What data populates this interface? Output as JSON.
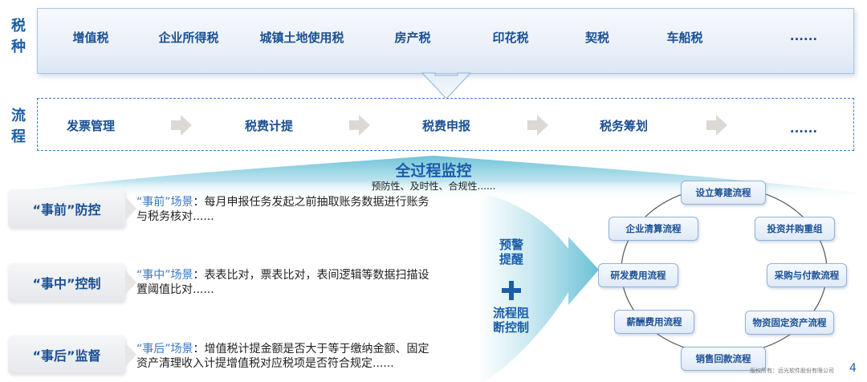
{
  "tax_types": {
    "side_label": [
      "税",
      "种"
    ],
    "items": [
      "增值税",
      "企业所得税",
      "城镇土地使用税",
      "房产税",
      "印花税",
      "契税",
      "车船税",
      "......"
    ]
  },
  "process": {
    "side_label": [
      "流",
      "程"
    ],
    "items": [
      "发票管理",
      "税费计提",
      "税费申报",
      "税务筹划",
      "......"
    ]
  },
  "monitoring": {
    "title": "全过程监控",
    "subtitle": "预防性、及时性、合规性......"
  },
  "phases": [
    {
      "label": "“事前”防控",
      "scene_tag": "“事前”场景",
      "line1": "：每月申报任务发起之前抽取账务数据进行账务",
      "line2": "与税务核对......"
    },
    {
      "label": "“事中”控制",
      "scene_tag": "“事中”场景",
      "line1": "：表表比对，票表比对，表间逻辑等数据扫描设",
      "line2": "置阈值比对......"
    },
    {
      "label": "“事后”监督",
      "scene_tag": "“事后”场景",
      "line1": "：增值税计提金额是否大于等于缴纳金额、固定",
      "line2": "资产清理收入计提增值税对应税项是否符合规定......"
    }
  ],
  "controls": {
    "warning_line1": "预警",
    "warning_line2": "提醒",
    "plus_icon": "plus-icon",
    "block_line1": "流程阻",
    "block_line2": "断控制"
  },
  "process_ring": [
    "设立筹建流程",
    "投资并购重组",
    "采购与付款流程",
    "物资固定资产流程",
    "销售回款流程",
    "薪酬费用流程",
    "研发费用流程",
    "企业清算流程"
  ],
  "footer": {
    "copyright": "版权所有：远光软件股份有限公司",
    "page": "4"
  },
  "colors": {
    "primary_blue": "#1a5ea8",
    "dark_blue": "#1a4f93",
    "highlight_blue": "#3a78c0",
    "teal_band": "#7fcbdc",
    "arrow_grey": "#dcd8d4"
  }
}
